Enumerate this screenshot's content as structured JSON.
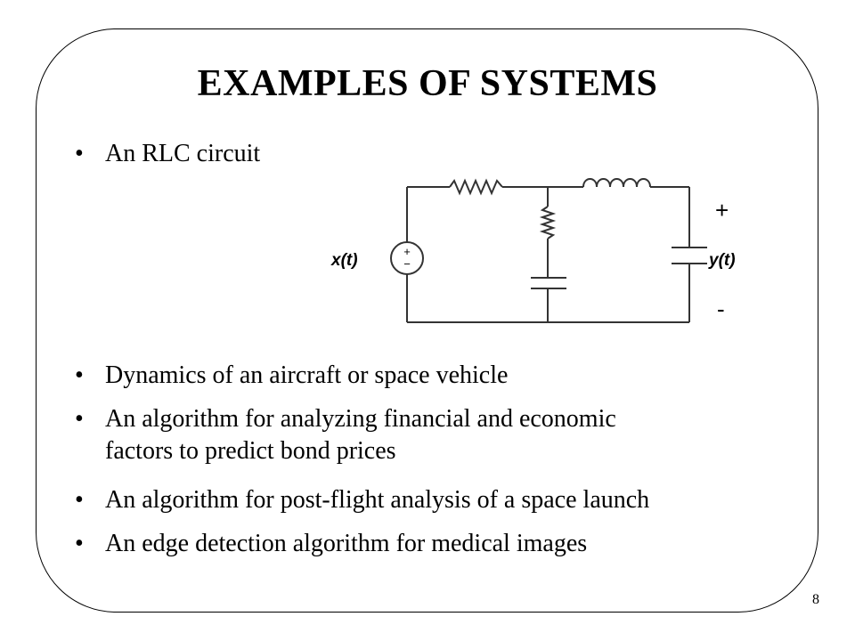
{
  "slide": {
    "title": "EXAMPLES OF SYSTEMS",
    "page_number": "8"
  },
  "bullets": [
    {
      "marker": "•",
      "lines": [
        "An RLC circuit"
      ]
    },
    {
      "marker": "•",
      "lines": [
        "Dynamics of an aircraft or space vehicle"
      ]
    },
    {
      "marker": "•",
      "lines": [
        "An algorithm for analyzing financial and economic",
        "factors to predict bond prices"
      ]
    },
    {
      "marker": "•",
      "lines": [
        "An algorithm for post-flight analysis of a space launch"
      ]
    },
    {
      "marker": "•",
      "lines": [
        "An edge detection algorithm for medical images"
      ]
    }
  ],
  "circuit": {
    "input_label": "x(t)",
    "output_label": "y(t)",
    "plus_sign": "+",
    "minus_sign": "-",
    "source_plus": "+",
    "source_minus": "−"
  }
}
